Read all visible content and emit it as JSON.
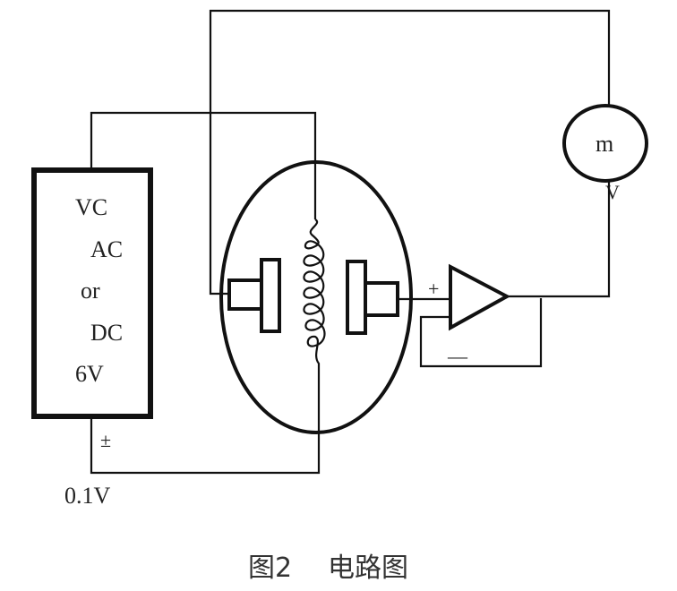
{
  "source": {
    "line1": "VC",
    "line2": "AC",
    "line3": "or",
    "line4": "DC",
    "line5": "6V"
  },
  "plus_minus": "±",
  "small_voltage": "0.1V",
  "meter": {
    "label": "m",
    "sub_label": "V"
  },
  "amplifier": {
    "plus": "+",
    "minus": "—"
  },
  "caption": {
    "figure": "图2",
    "title": "电路图"
  }
}
